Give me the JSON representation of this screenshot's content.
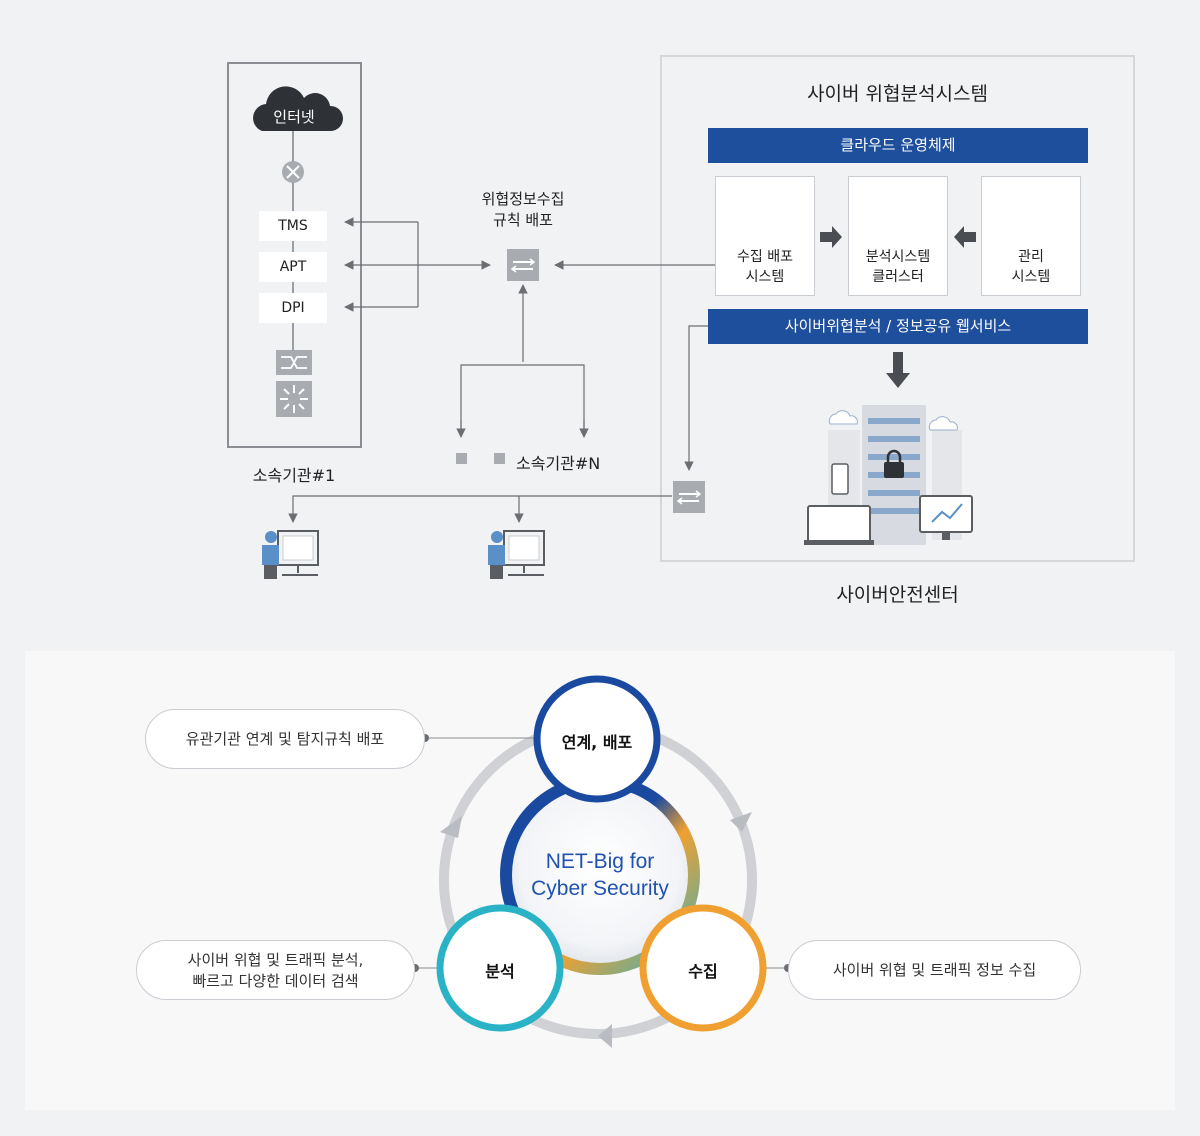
{
  "top": {
    "internet_label": "인터넷",
    "devices": [
      "TMS",
      "APT",
      "DPI"
    ],
    "org1_label": "소속기관#1",
    "orgN_label": "소속기관#N",
    "rule_title": [
      "위협정보수집",
      "규칙 배포"
    ],
    "system_title": "사이버 위협분석시스템",
    "cloud_os": "클라우드 운영체제",
    "modules": [
      {
        "line1": "수집 배포",
        "line2": "시스템"
      },
      {
        "line1": "분석시스템",
        "line2": "클러스터"
      },
      {
        "line1": "관리",
        "line2": "시스템"
      }
    ],
    "web_service": "사이버위협분석 / 정보공유 웹서비스",
    "center_label": "사이버안전센터"
  },
  "cycle": {
    "center_line1": "NET-Big for",
    "center_line2": "Cyber Security",
    "node_link": "연계, 배포",
    "node_analysis": "분석",
    "node_collect": "수집",
    "desc_link": "유관기관 연계 및 탐지규칙 배포",
    "desc_analysis_line1": "사이버 위협 및 트래픽 분석,",
    "desc_analysis_line2": "빠르고 다양한 데이터 검색",
    "desc_collect": "사이버 위협 및 트래픽 정보 수집"
  },
  "colors": {
    "navy": "#1e4f9c",
    "dark_blue_ring": "#1a4aa0",
    "orange_ring": "#f0a030",
    "teal_ring": "#2ab3c6",
    "gray_icon": "#a8acb1",
    "center_text": "#2152b0"
  }
}
